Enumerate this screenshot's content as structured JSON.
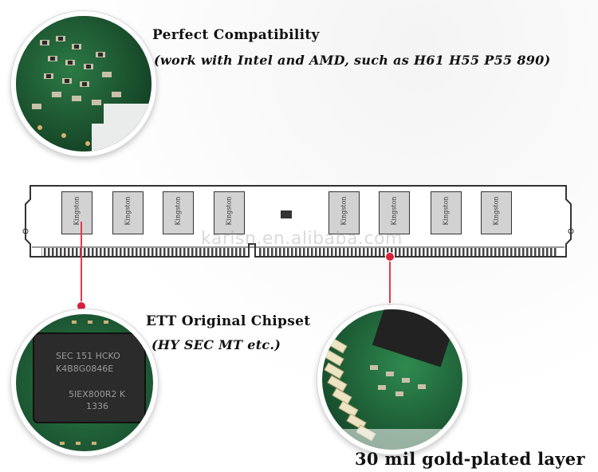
{
  "features": {
    "compatibility": {
      "title": "Perfect Compatibility",
      "subtitle": "(work with Intel and AMD, such as H61 H55 P55 890)"
    },
    "chipset": {
      "title": "ETT Original Chipset",
      "subtitle": "(HY SEC MT etc.)"
    },
    "gold_layer": {
      "title": "30 mil gold-plated layer"
    }
  },
  "module": {
    "chip_label": "Kingston"
  },
  "chip_closeup": {
    "line1": "SEC 151 HCKO",
    "line2": "K4B8G0846E",
    "line3": "5IEX800R2 K",
    "line4": "1336"
  },
  "watermark": "karlsn.en.alibaba.com",
  "colors": {
    "pcb": "#1e6b3a",
    "pointer": "#e23b4b",
    "gold": "#e8d8a8"
  }
}
